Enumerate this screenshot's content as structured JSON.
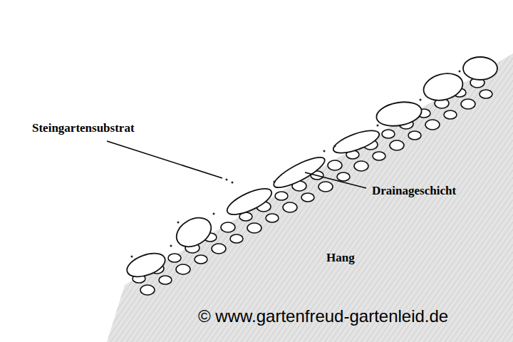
{
  "diagram": {
    "labels": [
      "Steingartensubstrat",
      "Drainageschicht",
      "Hang",
      "© www.gartenfreud-gartenleid.de"
    ]
  }
}
